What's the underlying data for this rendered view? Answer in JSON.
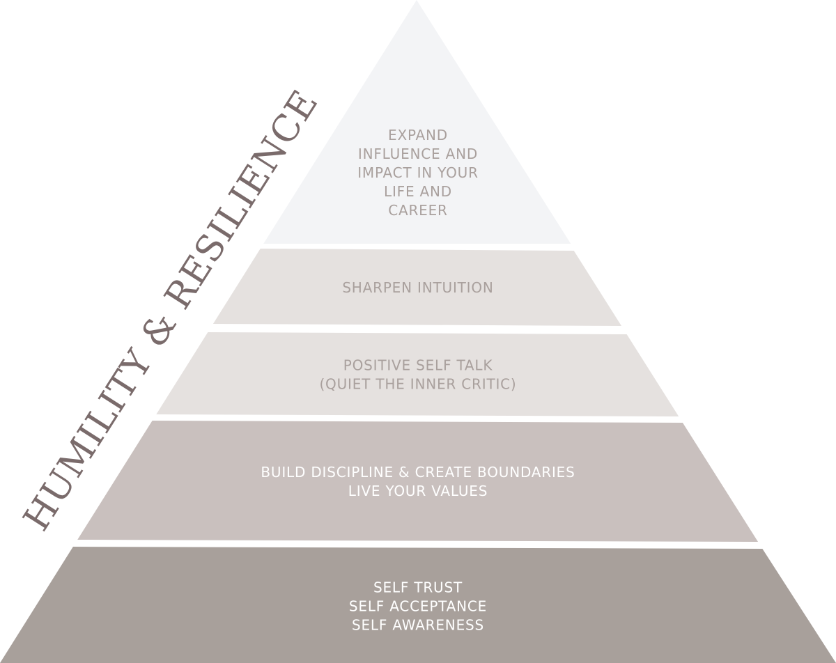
{
  "side_label": {
    "text": "HUMILITY & RESILIENCE",
    "color": "#7a6b6b"
  },
  "tiers": [
    {
      "lines": [
        "EXPAND",
        "INFLUENCE AND",
        "IMPACT IN YOUR",
        "LIFE AND",
        "CAREER"
      ],
      "fill": "#f3f4f6",
      "text_color": "#a9a09d"
    },
    {
      "lines": [
        "SHARPEN INTUITION"
      ],
      "fill": "#e5e1df",
      "text_color": "#a9a09d"
    },
    {
      "lines": [
        "POSITIVE SELF TALK",
        "(QUIET THE INNER CRITIC)"
      ],
      "fill": "#e5e1df",
      "text_color": "#a9a09d"
    },
    {
      "lines": [
        "BUILD DISCIPLINE & CREATE BOUNDARIES",
        "LIVE YOUR VALUES"
      ],
      "fill": "#c9c0be",
      "text_color": "#ffffff"
    },
    {
      "lines": [
        "SELF TRUST",
        "SELF ACCEPTANCE",
        "SELF AWARENESS"
      ],
      "fill": "#a8a09b",
      "text_color": "#ffffff"
    }
  ]
}
